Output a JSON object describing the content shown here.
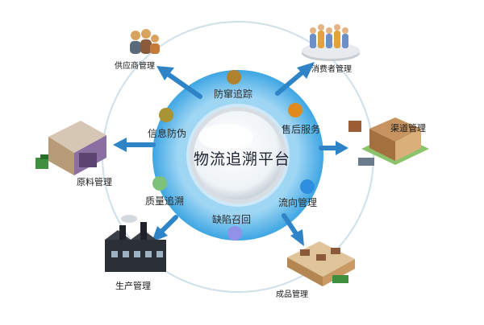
{
  "center": {
    "title": "物流追溯平台"
  },
  "ring_items": {
    "anti_counterfeit_tracking": "防窜追踪",
    "after_sales": "售后服务",
    "flow_management": "流向管理",
    "defect_recall": "缺陷召回",
    "quality_tracing": "质量追溯",
    "info_anti_fake": "信息防伪"
  },
  "modules": {
    "supplier": "供应商管理",
    "consumer": "消费者管理",
    "channel": "渠道管理",
    "finished_goods": "成品管理",
    "production": "生产管理",
    "raw_materials": "原料管理"
  },
  "colors": {
    "ring_blue": "#3ea6e3",
    "arrow_blue": "#2f84c8",
    "dot_brown": "#b0822d",
    "dot_orange": "#e08a1e",
    "dot_blue": "#2e8ee0",
    "dot_lavender": "#8f92e6",
    "dot_green": "#7ec27a",
    "dot_olive": "#a89434"
  }
}
